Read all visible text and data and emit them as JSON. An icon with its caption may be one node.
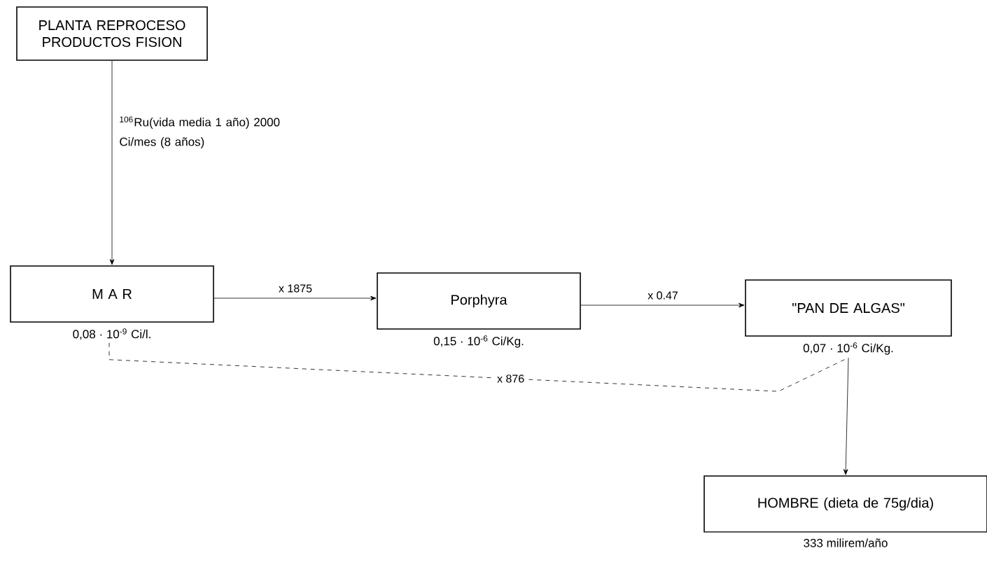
{
  "diagram": {
    "nodes": [
      {
        "text": [
          "PLANTA REPROCESO PRODUCTOS FISION"
        ]
      },
      {
        "text": [
          "M A R"
        ],
        "beside": [
          "0,08 · 10$^{-9}$ Ci/l."
        ]
      },
      {
        "text": [
          "Porphyra"
        ],
        "beside": [
          "0,15 · 10$^{-6}$ Ci/Kg."
        ]
      },
      {
        "text": [
          "\"PAN DE ALGAS\""
        ],
        "beside": [
          "0,07 · 10$^{-6}$ Ci/Kg."
        ]
      },
      {
        "text": [
          "HOMBRE (dieta de 75g/dia)"
        ],
        "beside": [
          "333 milirem/año"
        ]
      }
    ],
    "edges": [
      {
        "from": 0,
        "to": 1,
        "arrow": "to",
        "label": "$^{106}$Ru(vida media 1 año) 2000 Ci/mes (8 años)"
      },
      {
        "from": 1,
        "to": 2,
        "arrow": "to",
        "label": "x 1875"
      },
      {
        "from": 2,
        "to": 3,
        "arrow": "to",
        "label": "x 0.47"
      },
      {
        "from": 1,
        "to": 3,
        "arrow": "none",
        "label": "x 876",
        "style": "dashed"
      },
      {
        "from": 3,
        "to": 4,
        "arrow": "to"
      }
    ]
  }
}
